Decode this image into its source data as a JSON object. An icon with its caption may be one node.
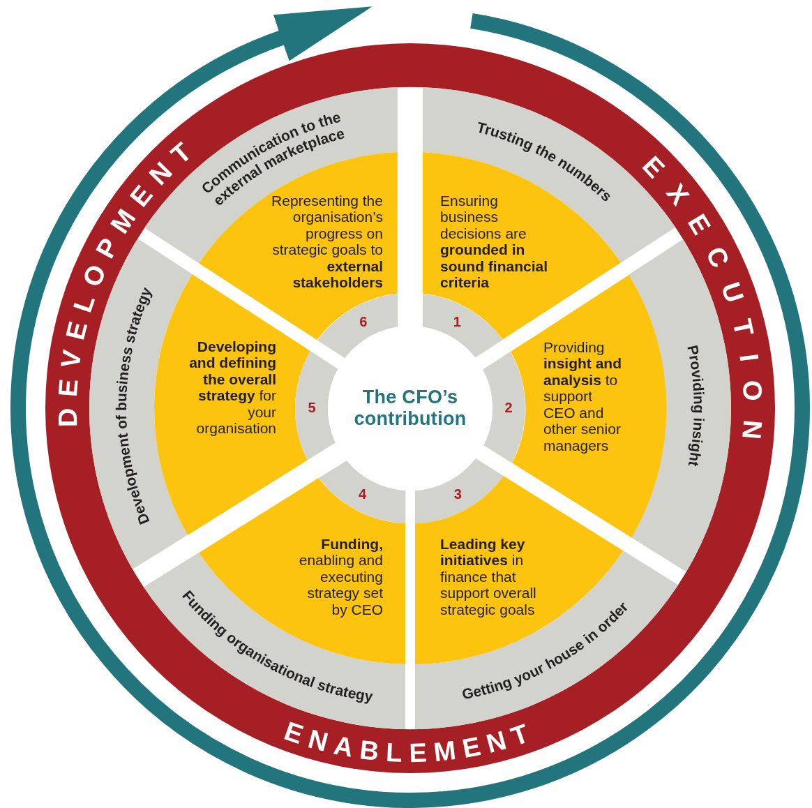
{
  "diagram": {
    "nodes": [
      {
        "text": [
          "The CFO’s contribution"
        ]
      },
      {
        "text": [
          "1"
        ]
      },
      {
        "text": [
          "2"
        ]
      },
      {
        "text": [
          "3"
        ]
      },
      {
        "text": [
          "4"
        ]
      },
      {
        "text": [
          "5"
        ]
      },
      {
        "text": [
          "6"
        ]
      },
      {
        "text": [
          "Ensuring business decisions are **grounded in sound financial criteria**"
        ]
      },
      {
        "text": [
          "Providing **insight and analysis** to support CEO and other senior managers"
        ]
      },
      {
        "text": [
          "**Leading key initiatives** in finance that support overall strategic goals"
        ]
      },
      {
        "text": [
          "**Funding,** enabling and executing strategy set by CEO"
        ]
      },
      {
        "text": [
          "**Developing and defining the overall strategy** for your organisation"
        ]
      },
      {
        "text": [
          "Representing the organisation’s progress on strategic goals to **external stakeholders**"
        ]
      },
      {
        "text": [
          "Trusting the numbers"
        ]
      },
      {
        "text": [
          "Providing insight"
        ]
      },
      {
        "text": [
          "Getting your house in order"
        ]
      },
      {
        "text": [
          "Funding organisational strategy"
        ]
      },
      {
        "text": [
          "Development of business strategy"
        ]
      },
      {
        "text": [
          "Communication to the external marketplace"
        ]
      }
    ],
    "labels": [
      "DEVELOPMENT",
      "EXECUTION",
      "ENABLEMENT"
    ]
  }
}
